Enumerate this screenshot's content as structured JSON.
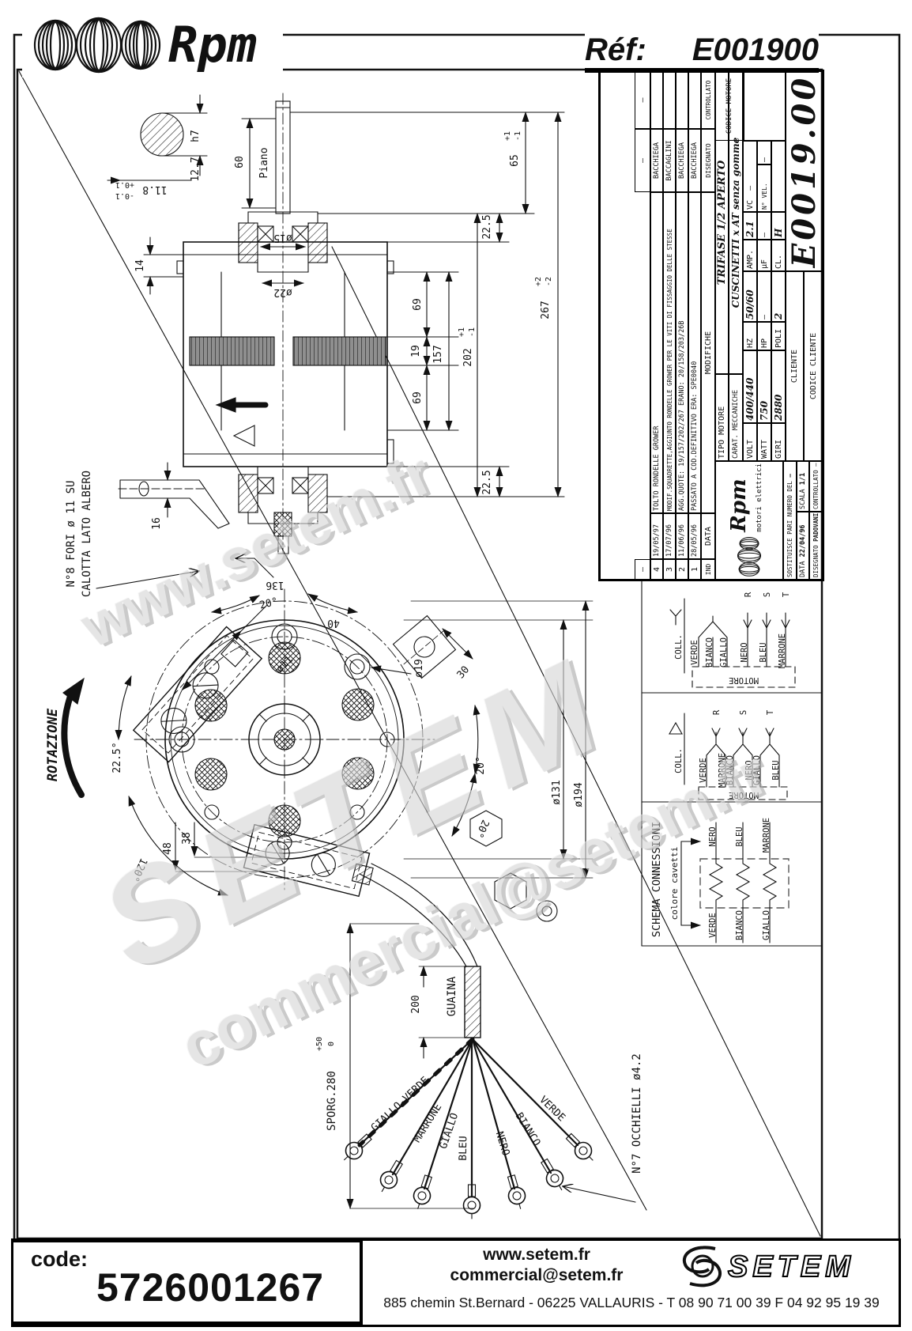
{
  "page": {
    "brand": "Rpm",
    "ref_label": "Réf:",
    "ref_value": "E001900"
  },
  "title_block": {
    "revisions": [
      {
        "ind": "—",
        "date": "",
        "text": "",
        "sign": "—",
        "ctrl": "—"
      },
      {
        "ind": "4",
        "date": "19/05/97",
        "text": "TOLTO RONDELLE GROWER",
        "sign": "BACCHIEGA",
        "ctrl": ""
      },
      {
        "ind": "3",
        "date": "17/07/96",
        "text": "MODIF.SQUADRETTE,AGGIUNTO RONDELLE GROWER PER LE VITI DI FISSAGGIO DELLE STESSE",
        "sign": "BACCAGLINI",
        "ctrl": ""
      },
      {
        "ind": "2",
        "date": "11/06/96",
        "text": "AGG.QUOTE: 19/157/202/267 ERANO: 20/158/203/26B",
        "sign": "BACCHIEGA",
        "ctrl": ""
      },
      {
        "ind": "1",
        "date": "28/05/96",
        "text": "PASSATO A COD.DEFINITIVO ERA: SPE0040",
        "sign": "BACCHIEGA",
        "ctrl": ""
      }
    ],
    "rev_headers": {
      "ind": "IND",
      "date": "DATA",
      "text": "MODIFICHE",
      "sign": "DISEGNATO",
      "ctrl": "CONTROLLATO"
    },
    "logo": {
      "brand": "Rpm",
      "sub": "motori elettrici"
    },
    "tipo_label": "TIPO MOTORE",
    "tipo_value": "TRIFASE 1/2 APERTO",
    "carat_label": "CARAT. MECCANICHE",
    "carat_value": "CUSCINETTI x AT senza gomme",
    "specs": {
      "volt_l": "VOLT",
      "volt": "400/440",
      "hz_l": "HZ",
      "hz": "50/60",
      "amp_l": "AMP.",
      "amp": "2.1",
      "watt_l": "WATT",
      "watt": "750",
      "hp_l": "HP",
      "hp": "—",
      "uf_l": "µF",
      "uf": "—",
      "vc_l": "VC",
      "vc": "—",
      "giri_l": "GIRI",
      "giri": "2880",
      "poli_l": "POLI",
      "poli": "2",
      "cl_l": "CL.",
      "cl": "H",
      "nvel_l": "N° VEL.",
      "nvel": "—"
    },
    "sostituisce_label": "SOSTITUISCE PARI NUMERO DEL",
    "sostituisce_value": "—",
    "data_label": "DATA",
    "data_value": "22/04/96",
    "scala_label": "SCALA",
    "scala_value": "1/1",
    "disegnato_label": "DISEGNATO",
    "disegnato_value": "PADOVANI",
    "controllato_label": "CONTROLLATO",
    "controllato_value": "—",
    "cliente_label": "CLIENTE",
    "codice_cliente_label": "CODICE CLIENTE",
    "codice_motore_label": "CODICE MOTORE",
    "codice_motore": "E0019.00"
  },
  "drawing": {
    "side": {
      "d127": "12.7",
      "h7": "h7",
      "d118": "11.8",
      "t118p": "+0.1",
      "t118m": "-0.1",
      "d60": "60",
      "piano": "Piano",
      "d65": "65",
      "t65p": "+1",
      "t65m": "-1",
      "d225a": "22.5",
      "d69a": "69",
      "d19": "19",
      "d157": "157",
      "d69b": "69",
      "d225b": "22.5",
      "d202": "202",
      "t202p": "+1",
      "t202m": "-1",
      "d267": "267",
      "t267p": "+2",
      "t267m": "-2",
      "d14": "14",
      "d16": "16",
      "d15": "ø15",
      "d22": "ø22",
      "note1": "N°8 FORI ø 11 SU",
      "note2": "CALOTTA LATO ALBERO"
    },
    "front": {
      "d136": "136",
      "a20a": "20°",
      "d40": "40",
      "d11": "ø11",
      "d19": "ø19",
      "d30": "30",
      "a225": "22.5°",
      "d48": "48",
      "d38": "38",
      "a120": "120°",
      "a20b": "20°",
      "a20c": "20°",
      "d131": "ø131",
      "d194": "ø194",
      "rotazione": "ROTAZIONE"
    },
    "cable": {
      "d200": "200",
      "guaina": "GUAINA",
      "sporg": "SPORG.280",
      "tsp": "+50",
      "tsm": "0",
      "w1": "GIALLO-VERDE",
      "w2": "MARRONE",
      "w3": "GIALLO",
      "w4": "BLEU",
      "w5": "NERO",
      "w6": "BIANCO",
      "w7": "VERDE",
      "occhielli": "N°7 OCCHIELLI  ø4.2"
    },
    "schema": {
      "title": "SCHEMA CONNESSIONI",
      "subtitle": "colore cavetti",
      "coll1": "COLL.",
      "coll2": "COLL.",
      "motore1": "MOTORE",
      "motore2": "MOTORE",
      "r1": "R",
      "s1": "S",
      "t1": "T",
      "r2": "R",
      "s2": "S",
      "t2": "T",
      "star": {
        "w1": "VERDE",
        "w2": "BIANCO",
        "w3": "GIALLO",
        "w4": "NERO",
        "w5": "BLEU",
        "w6": "MARRONE"
      },
      "delta": {
        "w1": "VERDE",
        "w2": "MARRONE",
        "w3": "BIANCO",
        "w4": "NERO",
        "w5": "GIALLO",
        "w6": "BLEU"
      },
      "wind": {
        "t1": "NERO",
        "t2": "BLEU",
        "t3": "MARRONE",
        "b1": "VERDE",
        "b2": "BIANCO",
        "b3": "GIALLO"
      }
    }
  },
  "watermark": {
    "line1": "www.setem.fr",
    "line2": "SETEM",
    "line3": "commercial@setem.fr"
  },
  "footer": {
    "code_label": "code:",
    "code_value": "5726001267",
    "website": "www.setem.fr",
    "email": "commercial@setem.fr",
    "address": "885 chemin St.Bernard  -  06225 VALLAURIS  -  T 08 90 71 00 39   F 04 92 95 19 39",
    "brand": "SETEM",
    "brand_initial": "S"
  },
  "colors": {
    "ink": "#111111",
    "lamination": "#8f8f8f",
    "watermark": "#d6d6d6"
  }
}
